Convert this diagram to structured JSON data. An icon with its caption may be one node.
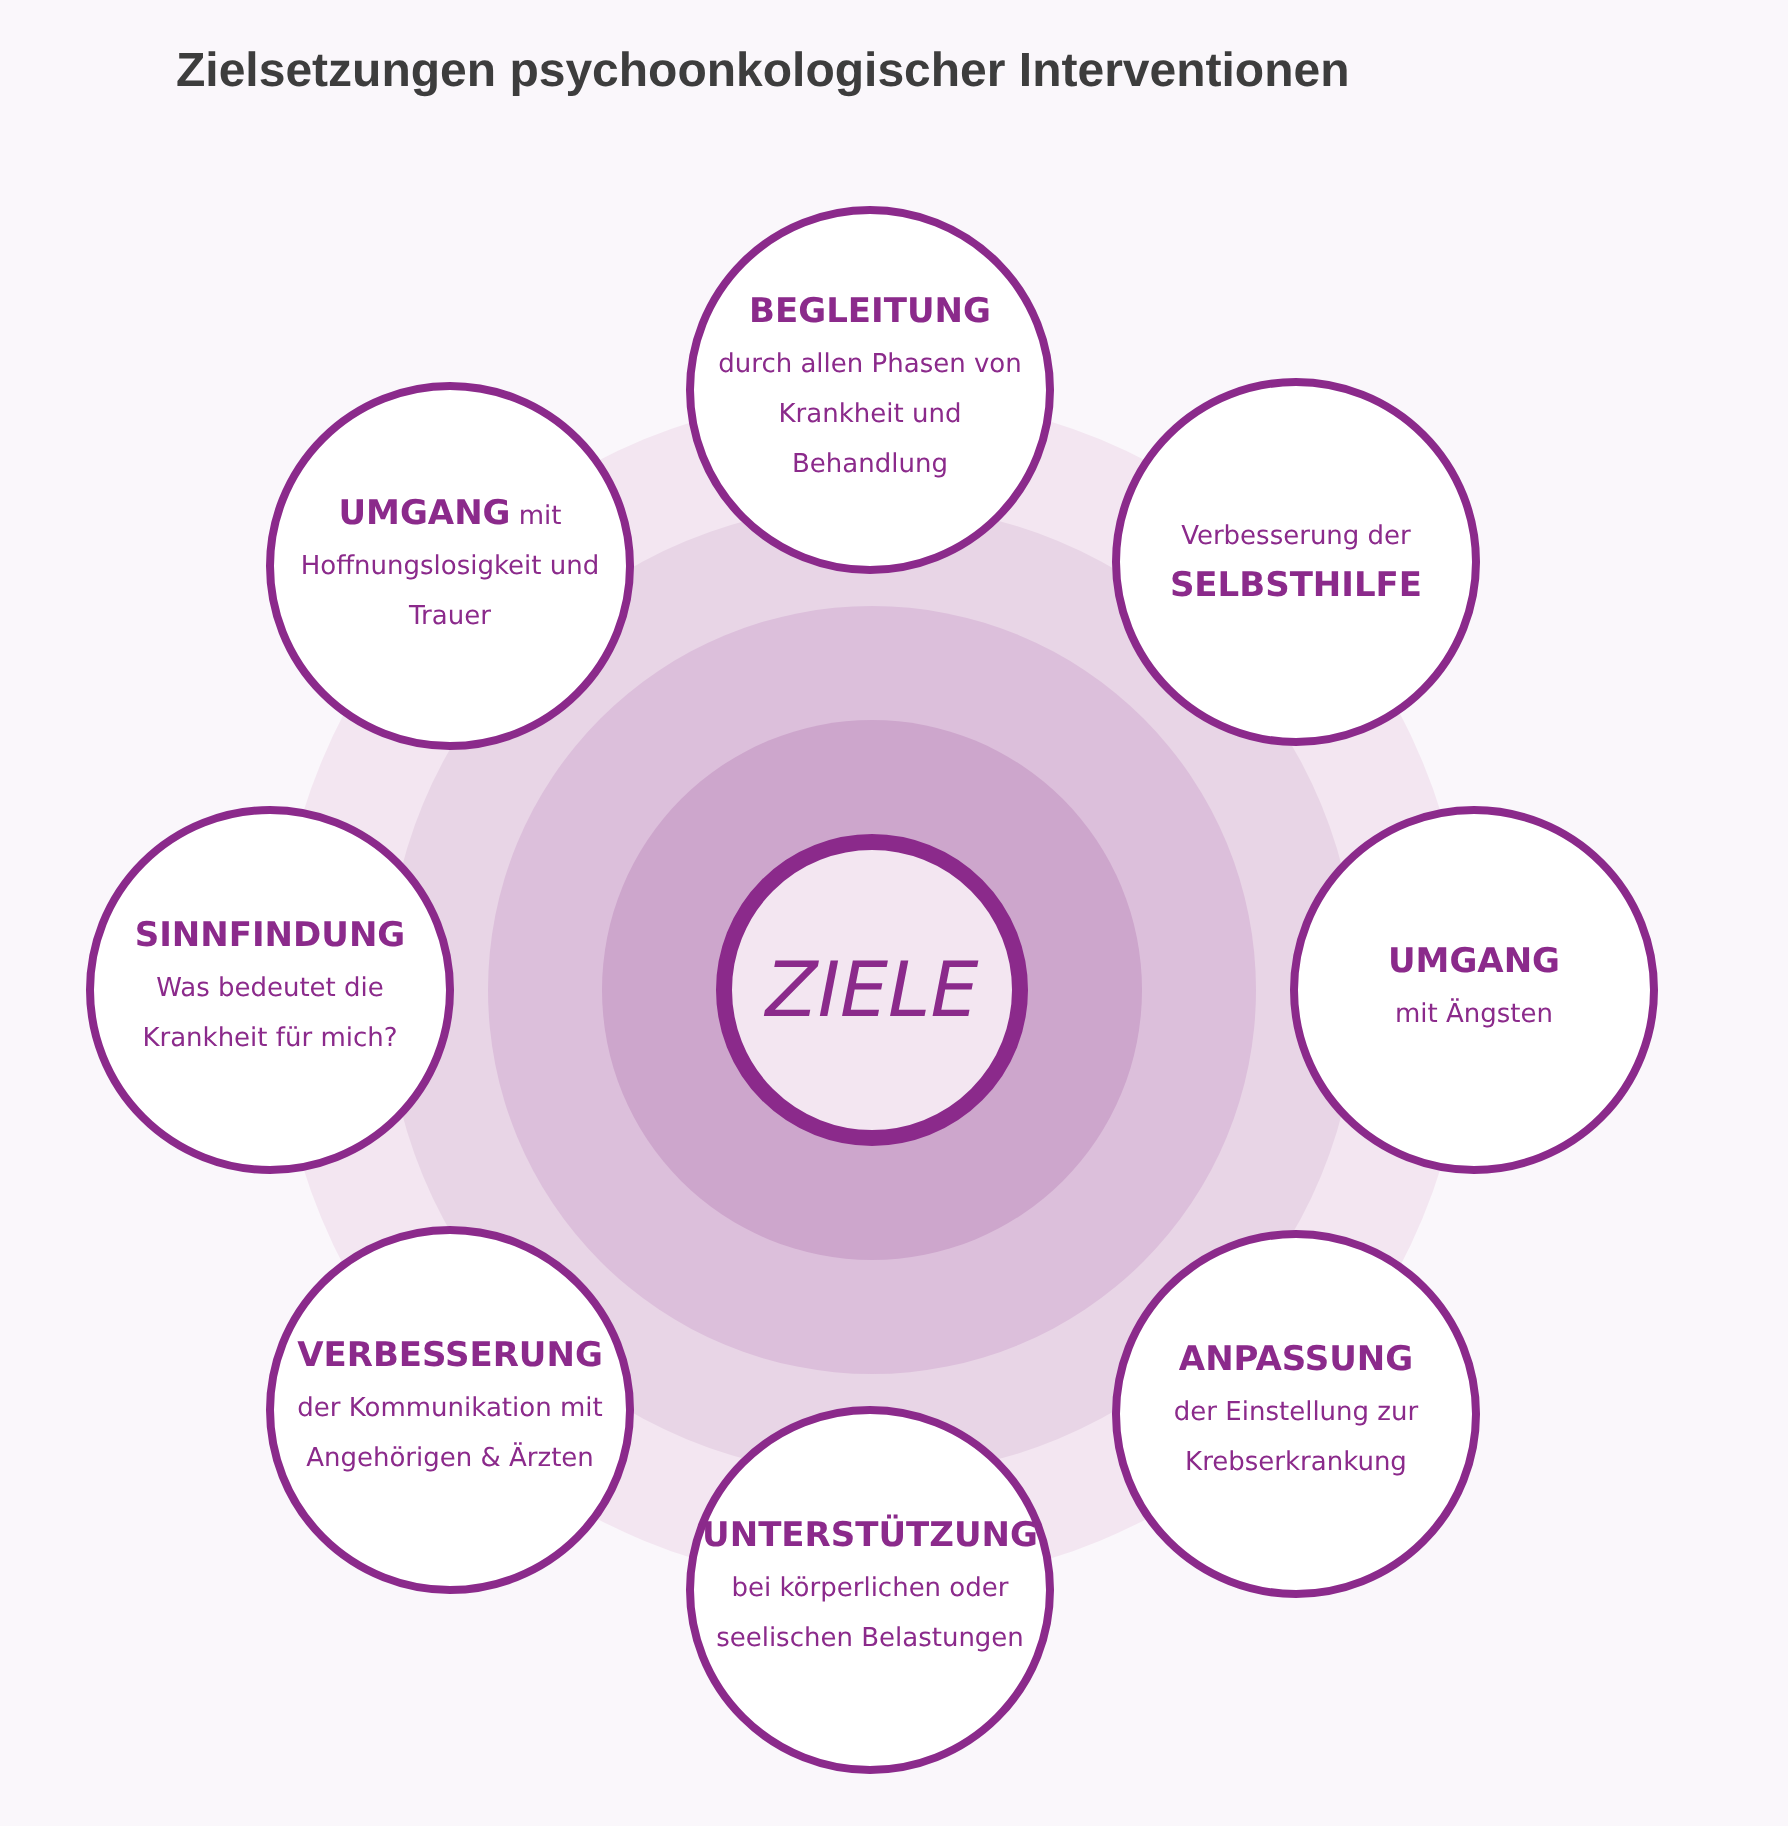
{
  "diagram": {
    "title": "Zielsetzungen psychoonkologischer Interventionen",
    "nodes": [
      {
        "text": [
          "BEGLEITUNG",
          "durch allen Phasen von Krankheit und Behandlung"
        ]
      },
      {
        "text": [
          "**UMGANG** mit Hoffnungslosigkeit und Trauer"
        ]
      },
      {
        "text": [
          "Verbesserung der **SELBSTHILFE**"
        ]
      },
      {
        "text": [
          "SINNFINDUNG",
          "Was bedeutet die Krankheit für mich?"
        ]
      },
      {
        "text": [
          "ZIELE"
        ]
      },
      {
        "text": [
          "UMGANG",
          "mit Ängsten"
        ]
      },
      {
        "text": [
          "VERBESSERUNG",
          "der Kommunikation mit Angehörigen & Ärzten"
        ]
      },
      {
        "text": [
          "ANPASSUNG",
          "der Einstellung zur Krebserkrankung"
        ]
      },
      {
        "text": [
          "UNTERSTÜTZUNG",
          "bei körperlichen oder seelischen Belastungen"
        ]
      }
    ]
  }
}
